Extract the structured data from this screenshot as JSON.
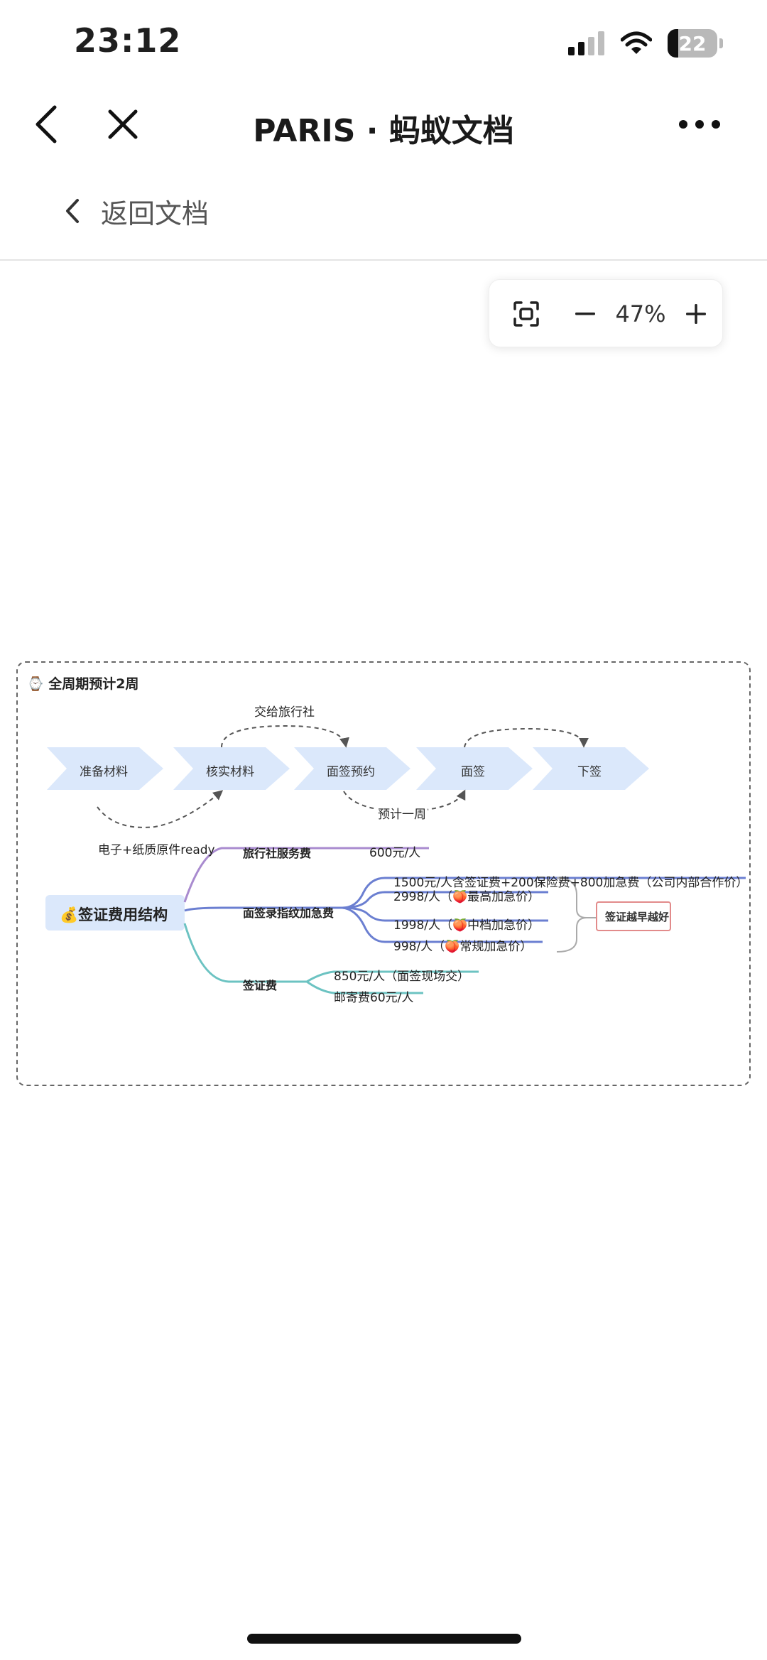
{
  "status": {
    "time": "23:12",
    "battery": "22",
    "battery_level_percent": 22
  },
  "nav": {
    "title": "PARIS · 蚂蚁文档",
    "back_icon": "chevron-left-icon",
    "close_icon": "close-icon",
    "more_icon": "more-horizontal-icon"
  },
  "back_doc": {
    "label": "返回文档"
  },
  "zoom": {
    "level": "47%",
    "fit_icon": "fit-screen-icon",
    "minus_icon": "minus-icon",
    "plus_icon": "plus-icon"
  },
  "board": {
    "cycle_title": "全周期预计2周",
    "steps": [
      "准备材料",
      "核实材料",
      "面签预约",
      "面签",
      "下签"
    ],
    "annotations": {
      "handover": "交给旅行社",
      "materials_ready": "电子+纸质原件ready",
      "one_week": "预计一周"
    },
    "mindmap": {
      "root": "签证费用结构",
      "branches": [
        {
          "label": "旅行社服务费",
          "children": [
            "600元/人"
          ]
        },
        {
          "label": "面签录指纹加急费",
          "children": [
            "1500元/人含签证费+200保险费+800加急费（公司内部合作价）",
            "2998/人（",
            "最高加急价）",
            "1998/人（",
            "中档加急价）",
            "998/人（",
            "常规加急价）"
          ]
        },
        {
          "label": "签证费",
          "children": [
            "850元/人（面签现场交）",
            "邮寄费60元/人"
          ]
        }
      ],
      "note": "签证越早越好"
    },
    "colors": {
      "purple": "#a98bcf",
      "blue": "#6b7fd1",
      "teal": "#6cc3c2",
      "chevron": "#dbe8fb",
      "note_border": "#e28b8b"
    }
  }
}
